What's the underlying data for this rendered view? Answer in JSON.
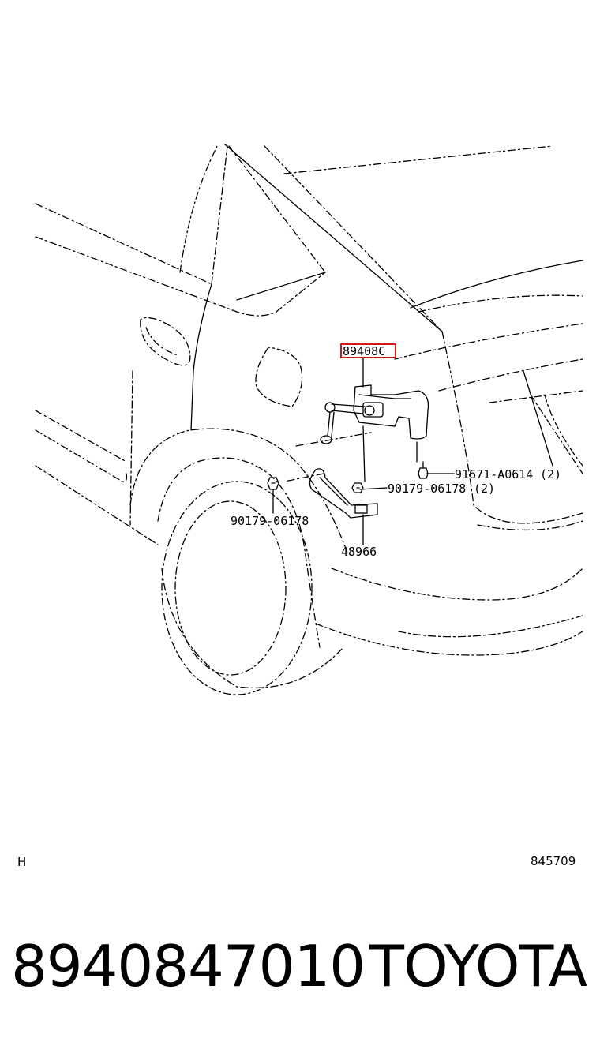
{
  "diagram": {
    "callouts": {
      "highlighted_part": "89408C",
      "bolt_right": "91671-A0614",
      "bolt_right_qty": "(2)",
      "nut_right": "90179-06178",
      "nut_right_qty": "(2)",
      "nut_left": "90179-06178",
      "bracket": "48966"
    },
    "highlight_color": "#d11a1a",
    "corner_left": "H",
    "corner_right": "845709"
  },
  "footer": {
    "part_number": "8940847010",
    "brand": "TOYOTA"
  }
}
